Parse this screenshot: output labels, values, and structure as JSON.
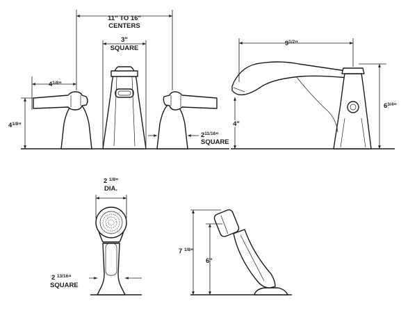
{
  "dimensions": {
    "centers": {
      "line1": "11\" TO 16\"",
      "line2": "CENTERS"
    },
    "spout_base": {
      "line1": "3\"",
      "line2": "SQUARE"
    },
    "handle_reach": {
      "whole": "4",
      "frac": "1/8",
      "unit": "\""
    },
    "handle_height": {
      "whole": "4",
      "frac": "1/8",
      "unit": "\""
    },
    "handle_base": {
      "whole": "2",
      "frac": "11/16",
      "unit": "\"",
      "line2": "SQUARE"
    },
    "spout_reach": {
      "whole": "9",
      "frac": "1/2",
      "unit": "\""
    },
    "spout_outlet_height": {
      "text": "4\""
    },
    "spout_height": {
      "whole": "6",
      "frac": "3/4",
      "unit": "\""
    },
    "handshower_width": {
      "whole": "2 ",
      "frac": "1/8",
      "unit": "\"",
      "line2": "DIA."
    },
    "handshower_base": {
      "whole": "2 ",
      "frac": "13/16",
      "unit": "\"",
      "line2": "SQUARE"
    },
    "handshower_total_height": {
      "whole": "7 ",
      "frac": "1/8",
      "unit": "\""
    },
    "handshower_holder_height": {
      "text": "6\""
    }
  }
}
